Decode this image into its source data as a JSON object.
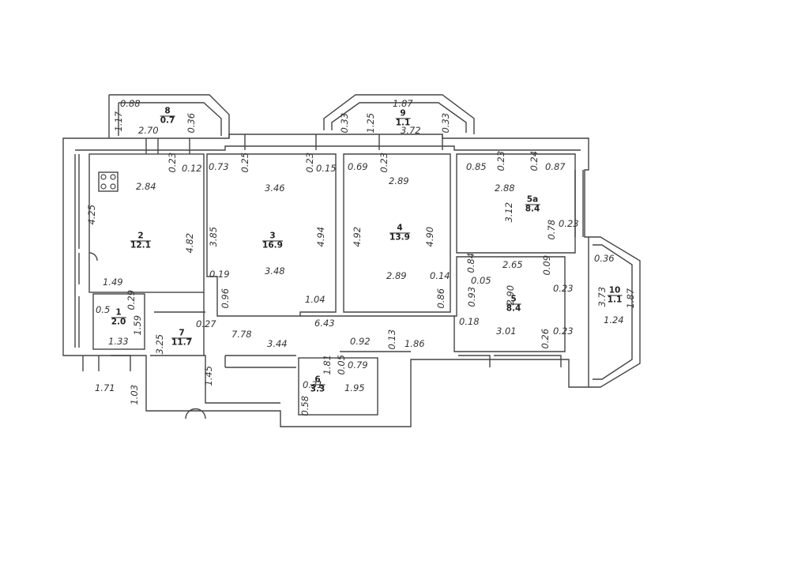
{
  "rooms": [
    {
      "id": "1",
      "num": "1",
      "area": "2.0"
    },
    {
      "id": "2",
      "num": "2",
      "area": "12.1"
    },
    {
      "id": "3",
      "num": "3",
      "area": "16.9"
    },
    {
      "id": "4",
      "num": "4",
      "area": "13.9"
    },
    {
      "id": "5a",
      "num": "5а",
      "area": "8.4"
    },
    {
      "id": "5",
      "num": "5",
      "area": "8.4"
    },
    {
      "id": "6",
      "num": "6",
      "area": "3.3"
    },
    {
      "id": "7",
      "num": "7",
      "area": "11.7"
    },
    {
      "id": "8",
      "num": "8",
      "area": "0.7"
    },
    {
      "id": "9",
      "num": "9",
      "area": "1.1"
    },
    {
      "id": "10",
      "num": "10",
      "area": "1.1"
    }
  ],
  "dims": [
    "0.88",
    "1.17",
    "0.36",
    "2.70",
    "0.23",
    "0.12",
    "1.87",
    "0.33",
    "1.25",
    "3.72",
    "0.33",
    "2.84",
    "4.25",
    "4.82",
    "1.49",
    "0.73",
    "0.25",
    "0.23",
    "0.15",
    "3.46",
    "3.85",
    "4.94",
    "0.19",
    "3.48",
    "0.96",
    "1.04",
    "0.27",
    "0.69",
    "0.23",
    "2.89",
    "4.92",
    "4.90",
    "2.89",
    "0.14",
    "0.86",
    "0.85",
    "0.23",
    "0.24",
    "0.87",
    "2.88",
    "3.12",
    "0.78",
    "0.23",
    "0.84",
    "2.65",
    "0.09",
    "0.05",
    "0.93",
    "2.90",
    "0.23",
    "0.18",
    "3.01",
    "0.26",
    "0.23",
    "0.36",
    "3.73",
    "1.87",
    "1.24",
    "0.5",
    "0.29",
    "1.59",
    "1.33",
    "3.25",
    "7.78",
    "6.43",
    "3.44",
    "0.92",
    "0.13",
    "1.86",
    "1.81",
    "0.05",
    "0.79",
    "0.31",
    "0.58",
    "1.95",
    "1.45",
    "1.71",
    "1.03"
  ]
}
